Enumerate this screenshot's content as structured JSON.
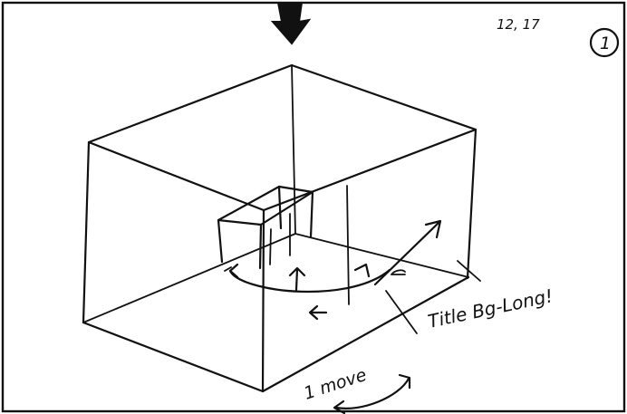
{
  "sketch": {
    "frame_number": "12, 17",
    "panel_number": "1",
    "note_title": "Title Bg-Long!",
    "note_move": "1 move",
    "icons": [
      "down-arrow-icon",
      "rotation-arrow-icon",
      "double-arrow-icon"
    ]
  }
}
